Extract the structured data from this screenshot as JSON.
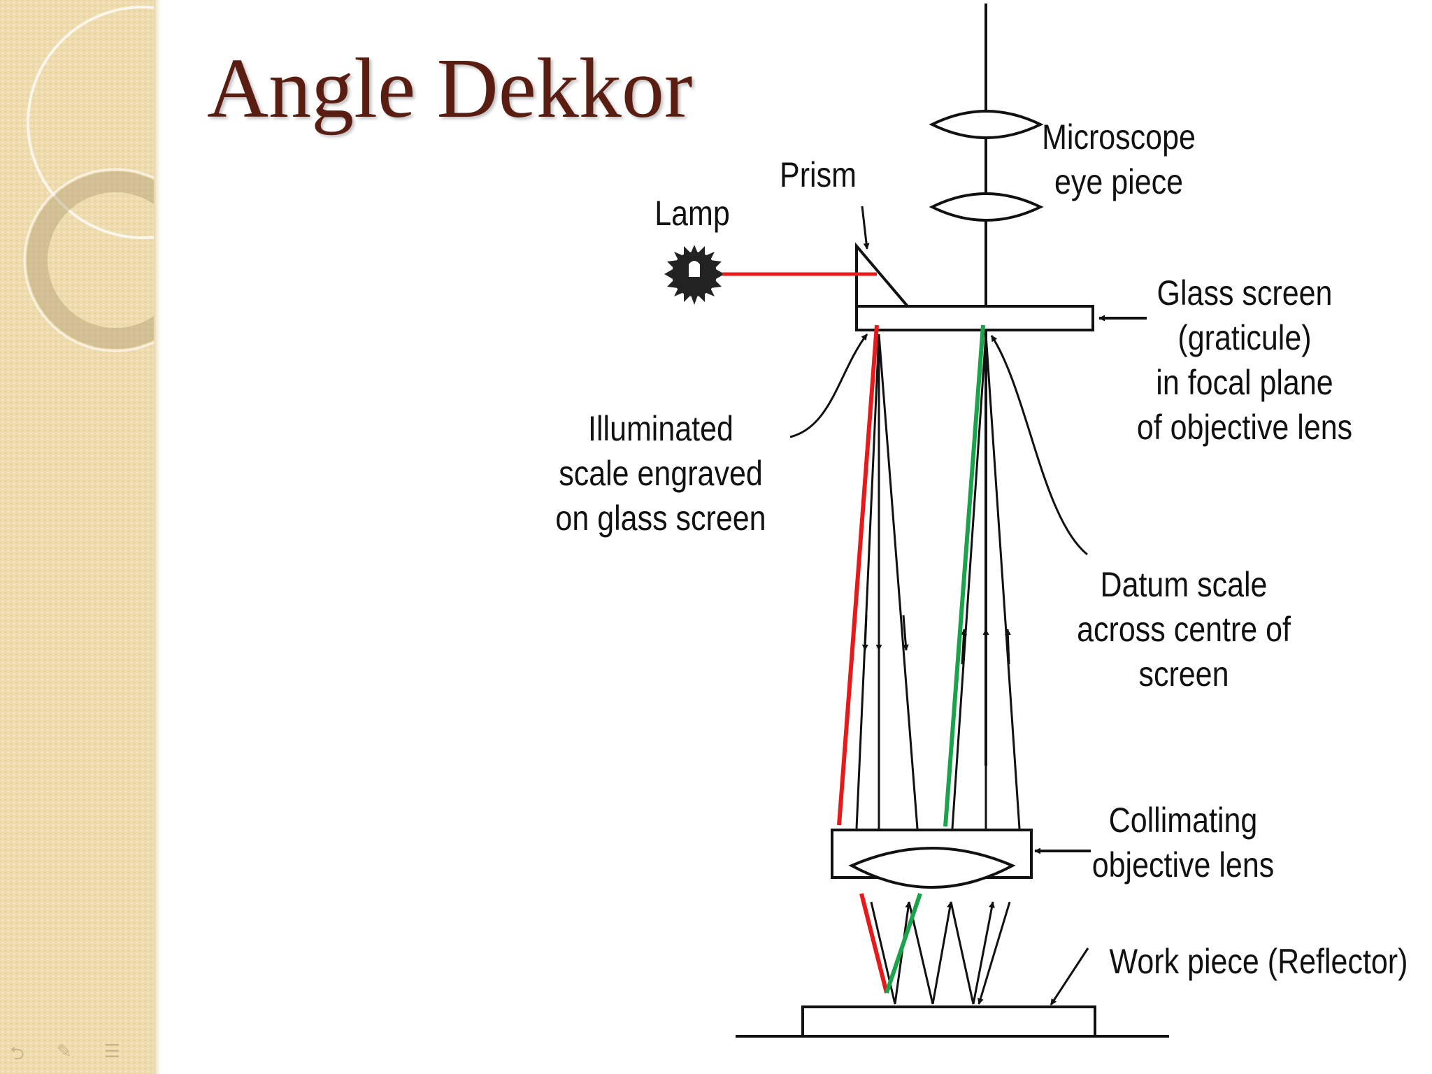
{
  "slide": {
    "title": "Angle Dekkor"
  },
  "labels": {
    "microscope_1": "Microscope",
    "microscope_2": "eye piece",
    "prism": "Prism",
    "lamp": "Lamp",
    "glass_1": "Glass screen",
    "glass_2": "(graticule)",
    "glass_3": "in focal plane",
    "glass_4": "of objective lens",
    "illum_1": "Illuminated",
    "illum_2": "scale engraved",
    "illum_3": "on glass screen",
    "datum_1": "Datum scale",
    "datum_2": "across centre of",
    "datum_3": "screen",
    "collimating_1": "Collimating",
    "collimating_2": "objective lens",
    "work_piece": "Work piece (Reflector)"
  },
  "colors": {
    "title": "#5a1d12",
    "incident_ray": "#e8191a",
    "reflected_ray": "#1aa34a",
    "line": "#111111",
    "sidebar": "#efdcae"
  },
  "nav_icons": [
    "back-arrow-icon",
    "pen-icon",
    "menu-icon"
  ]
}
